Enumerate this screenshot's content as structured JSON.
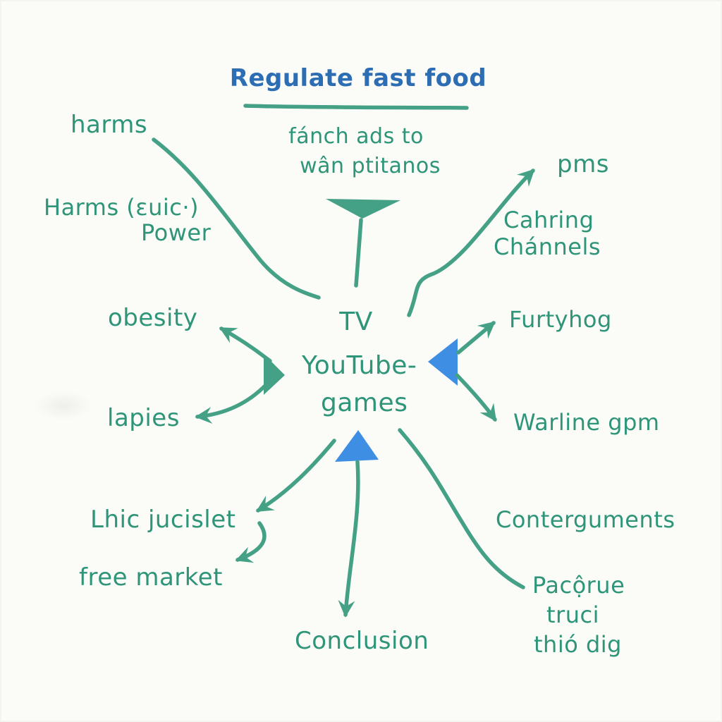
{
  "colors": {
    "ink_green": "#45a186",
    "text_green": "#2e9578",
    "title_blue": "#2d6db3",
    "arrow_blue": "#3e8ee4",
    "paper": "#fbfbf8"
  },
  "title": {
    "text": "Regulate fast food"
  },
  "subtitle": {
    "line1": "fánch ads to",
    "line2": "wân ptitanos"
  },
  "center": {
    "line1": "TV",
    "line2": "YouTube-",
    "line3": "games"
  },
  "left_branch": {
    "harms": "harms",
    "harms_evic": "Harms (εuic·)",
    "power": "Power",
    "obesity": "obesity",
    "lapies": "lapies",
    "lhic_jucislet": "Lhic jucislet",
    "free_market": "free market"
  },
  "right_branch": {
    "pms": "pms",
    "cahring": "Cahring",
    "channels": "Chánnels",
    "furtyhog": "Furtyhog",
    "warline_gpm": "Warline gpm",
    "conterguments": "Conterguments",
    "pacorue": "Pacộrue",
    "truci": "truci",
    "thio_dig": "thió dig"
  },
  "bottom_branch": {
    "conclusion": "Conclusion"
  }
}
